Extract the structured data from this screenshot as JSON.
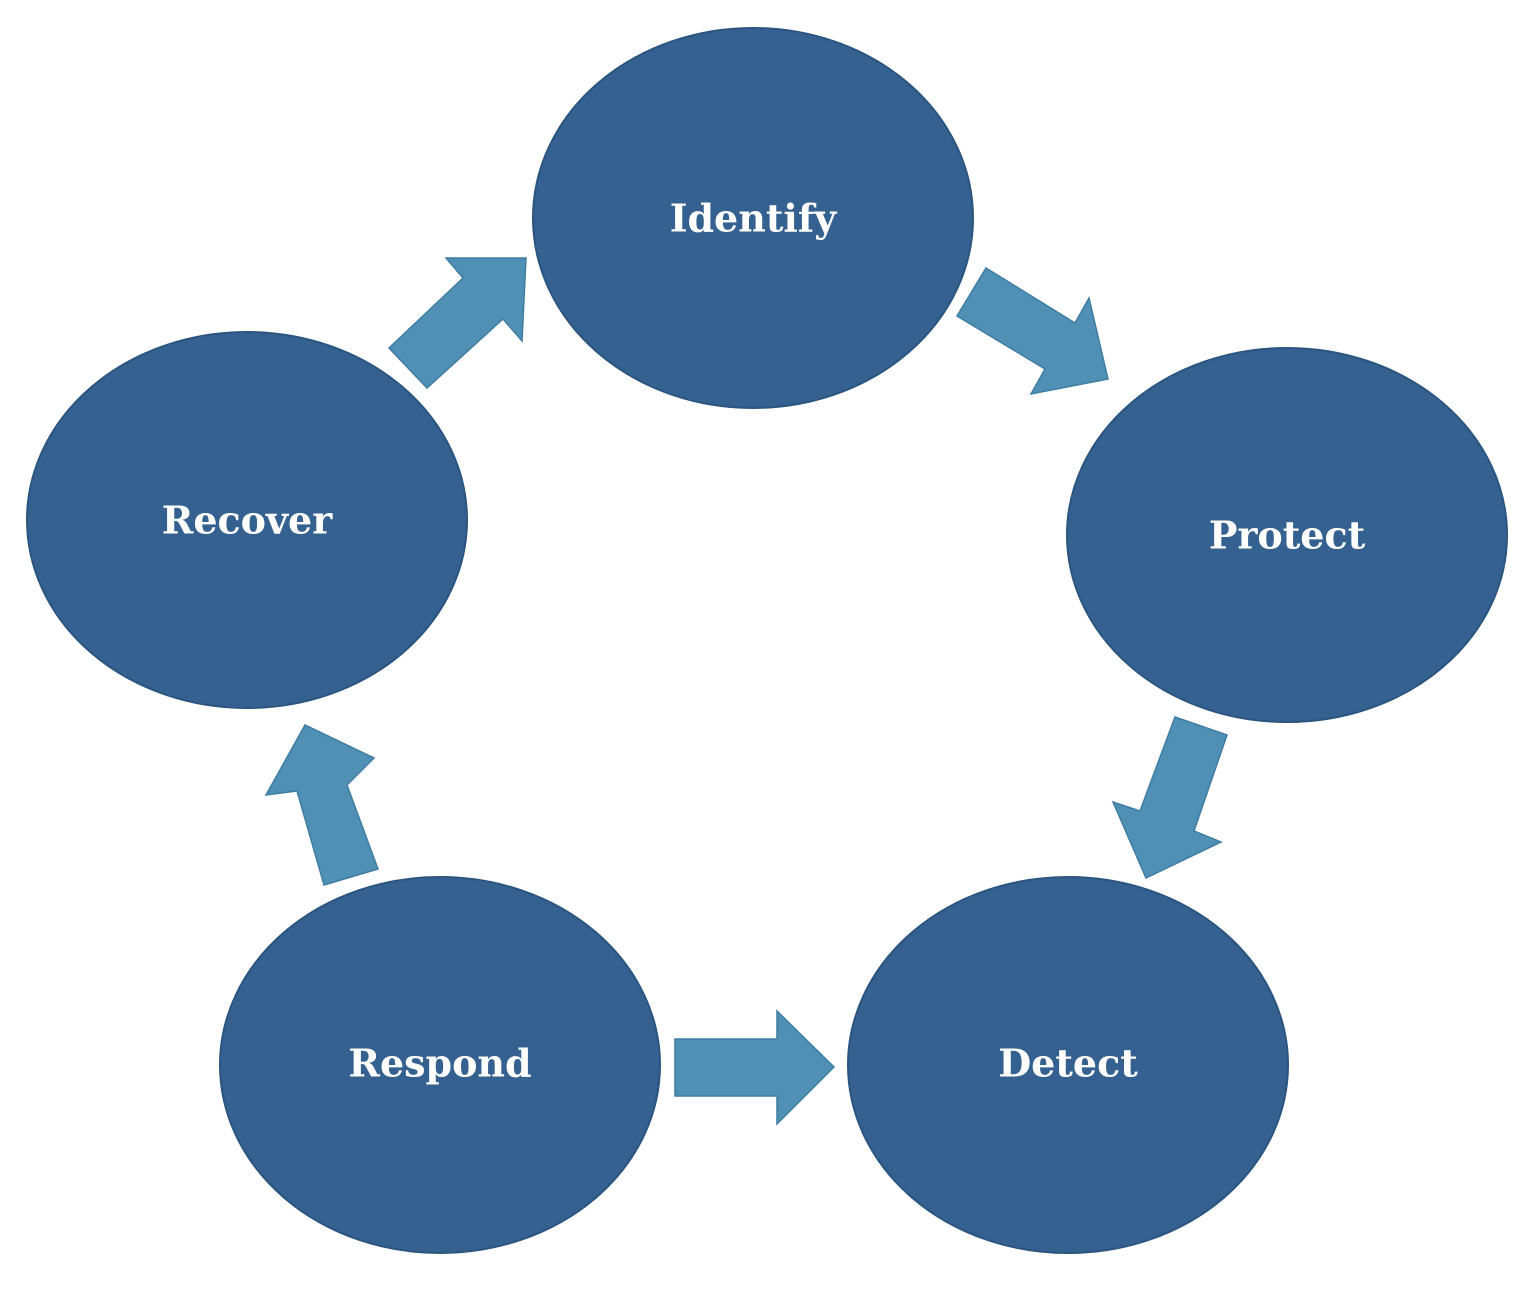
{
  "diagram": {
    "colors": {
      "node_fill": "#34618F",
      "node_stroke": "#2B5580",
      "arrow_fill": "#5090B5",
      "arrow_stroke": "#3F7DA3",
      "label": "#FFFFFF"
    },
    "nodes": [
      {
        "id": "identify",
        "label": "Identify"
      },
      {
        "id": "protect",
        "label": "Protect"
      },
      {
        "id": "detect",
        "label": "Detect"
      },
      {
        "id": "respond",
        "label": "Respond"
      },
      {
        "id": "recover",
        "label": "Recover"
      }
    ],
    "edges": [
      {
        "from": "identify",
        "to": "protect"
      },
      {
        "from": "protect",
        "to": "detect"
      },
      {
        "from": "respond",
        "to": "detect"
      },
      {
        "from": "respond",
        "to": "recover"
      },
      {
        "from": "recover",
        "to": "identify"
      }
    ]
  }
}
